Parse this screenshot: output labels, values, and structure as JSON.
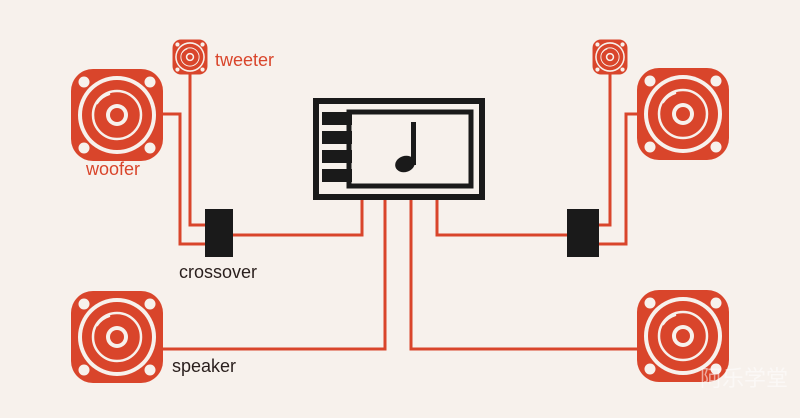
{
  "labels": {
    "tweeter": "tweeter",
    "woofer": "woofer",
    "crossover": "crossover",
    "speaker": "speaker"
  },
  "watermark": "阿乐学堂",
  "colors": {
    "background": "#f7f1ec",
    "wire": "#d9452b",
    "speaker": "#d9452b",
    "head_unit": "#1a1a1a",
    "crossover": "#1a1a1a",
    "label_red": "#d9452b",
    "label_dark": "#2a1f1d"
  },
  "icons": {
    "head_unit_display": "music-note-icon",
    "speakers": "speaker-icon"
  }
}
